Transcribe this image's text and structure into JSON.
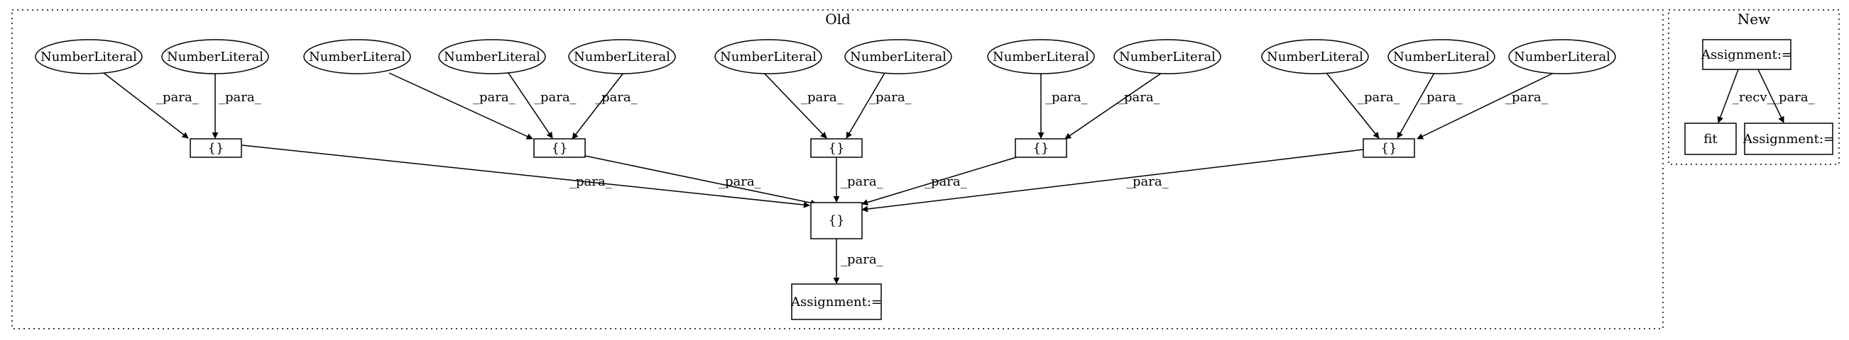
{
  "clusters": {
    "old": {
      "label": "Old"
    },
    "new": {
      "label": "New"
    }
  },
  "nodes": {
    "nl1": "NumberLiteral",
    "nl2": "NumberLiteral",
    "nl3": "NumberLiteral",
    "nl4": "NumberLiteral",
    "nl5": "NumberLiteral",
    "nl6": "NumberLiteral",
    "nl7": "NumberLiteral",
    "nl8": "NumberLiteral",
    "nl9": "NumberLiteral",
    "nl10": "NumberLiteral",
    "nl11": "NumberLiteral",
    "nl12": "NumberLiteral",
    "b1": "{}",
    "b2": "{}",
    "b3": "{}",
    "b4": "{}",
    "b5": "{}",
    "bc": "{}",
    "old_assign": "Assignment:=",
    "new_assign": "Assignment:=",
    "fit": "fit",
    "new_assign2": "Assignment:="
  },
  "edges": {
    "e1": "_para_",
    "e2": "_para_",
    "e3": "_para_",
    "e4": "_para_",
    "e5": "_para_",
    "e6": "_para_",
    "e7": "_para_",
    "e8": "_para_",
    "e9": "_para_",
    "e10": "_para_",
    "e11": "_para_",
    "e12": "_para_",
    "eb1": "_para_",
    "eb2": "_para_",
    "eb3": "_para_",
    "eb4": "_para_",
    "eb5": "_para_",
    "ec": "_para_",
    "enew1": "_recv_",
    "enew2": "_para_"
  }
}
